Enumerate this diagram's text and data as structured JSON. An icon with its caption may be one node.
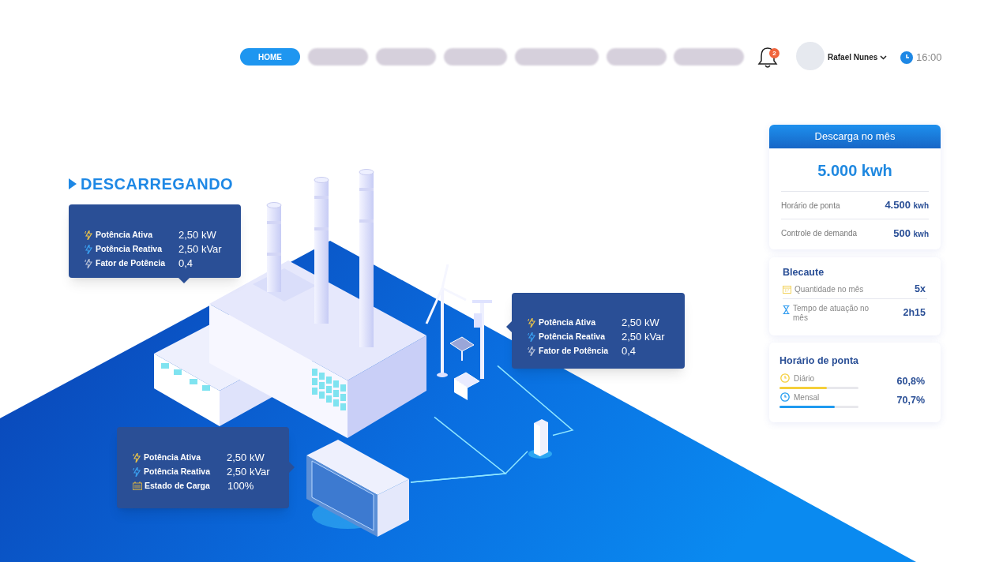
{
  "diagram": {
    "title": "DESCARREGANDO",
    "nodes": [
      {
        "text": [
          "HOME"
        ]
      },
      {
        "text": [],
        "shape": "bar"
      },
      {
        "text": [],
        "shape": "bar"
      },
      {
        "text": [],
        "shape": "bar"
      },
      {
        "text": [],
        "shape": "bar"
      },
      {
        "text": [],
        "shape": "bar"
      },
      {
        "text": [],
        "shape": "bar"
      },
      {
        "text": [
          "Potência Ativa",
          "2,50 kW",
          "Potência Reativa",
          "2,50 kVar",
          "Fator de Potência",
          "0,4"
        ]
      },
      {
        "text": [
          "Potência Ativa",
          "2,50 kW",
          "Potência Reativa",
          "2,50 kVar",
          "Fator de Potência",
          "0,4"
        ]
      },
      {
        "text": [
          "Potência Ativa",
          "2,50 kW",
          "Potência Reativa",
          "2,50 kVar",
          "Estado de Carga",
          "100%"
        ]
      },
      {
        "text": [],
        "shape": "picture"
      },
      {
        "text": [],
        "shape": "picture"
      },
      {
        "text": [],
        "shape": "picture"
      },
      {
        "text": [
          "Descarga no mês",
          "5.000 kwh",
          "Horário de ponta",
          "4.500",
          "kwh",
          "Controle de demanda",
          "500",
          "kwh"
        ]
      },
      {
        "text": [
          "Blecaute",
          "Quantidade no mês",
          "5x",
          "Tempo de atuação no mês",
          "2h15"
        ]
      },
      {
        "text": [
          "Horário de ponta",
          "Diário",
          "60,8%",
          "Mensal",
          "70,7%"
        ]
      },
      {
        "text": [],
        "shape": "picture"
      }
    ],
    "edges": [
      {
        "from": 10,
        "to": 12,
        "arrow": "none"
      },
      {
        "from": 11,
        "to": 16,
        "arrow": "none"
      },
      {
        "from": 16,
        "to": 12,
        "arrow": "none"
      }
    ],
    "labels": [
      "2",
      "Rafael Nunes",
      "16:00"
    ]
  }
}
